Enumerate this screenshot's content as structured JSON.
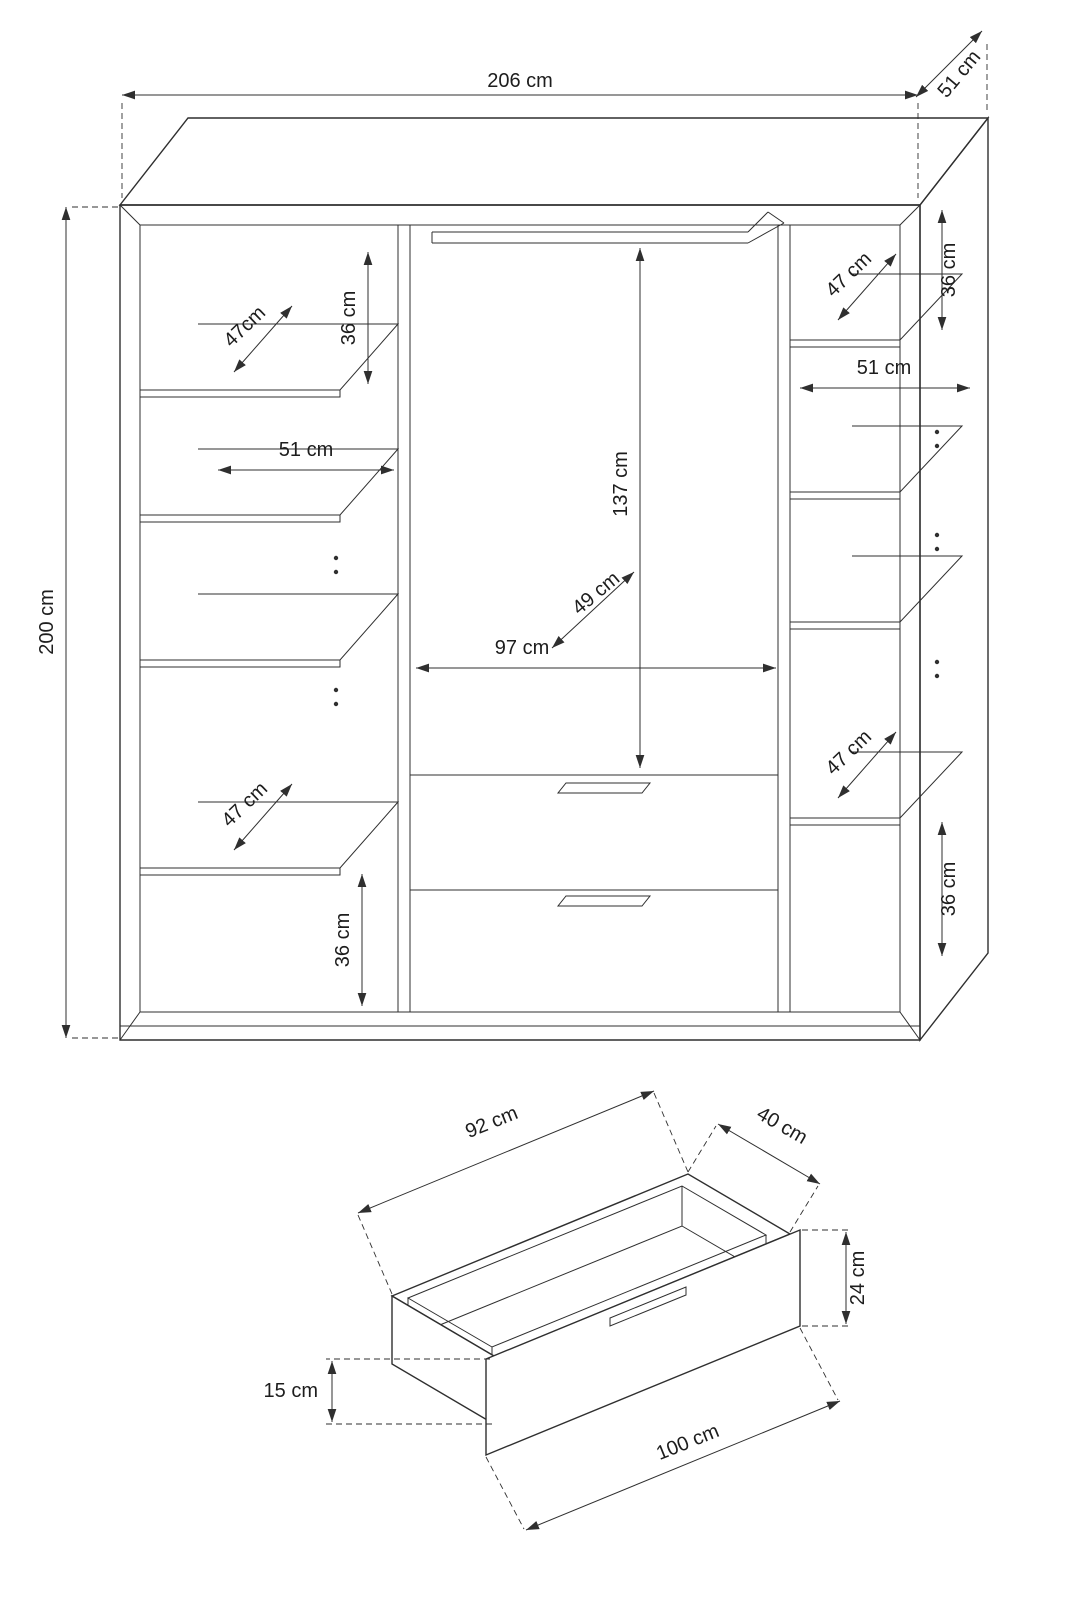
{
  "wardrobe": {
    "overall": {
      "width": "206 cm",
      "depth": "51 cm",
      "height": "200 cm"
    },
    "left_column": {
      "top_spacing": "36 cm",
      "top_shelf_depth": "47cm",
      "shelf_width": "51 cm",
      "bottom_shelf_depth": "47 cm",
      "bottom_spacing": "36 cm"
    },
    "center": {
      "hanging_height": "137 cm",
      "width": "97 cm",
      "depth": "49 cm"
    },
    "right_column": {
      "top_spacing": "36 cm",
      "top_shelf_depth": "47 cm",
      "shelf_width": "51 cm",
      "bottom_shelf_depth": "47 cm",
      "bottom_spacing": "36 cm"
    }
  },
  "drawer": {
    "inner_width": "92 cm",
    "inner_depth": "40 cm",
    "front_height": "24 cm",
    "inner_height": "15 cm",
    "front_width": "100 cm"
  }
}
